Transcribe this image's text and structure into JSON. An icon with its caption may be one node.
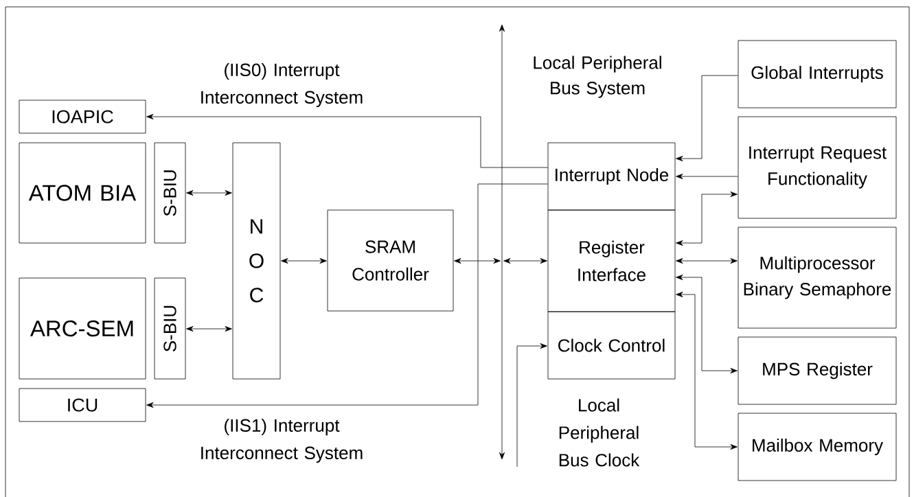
{
  "diagram": {
    "nodes": [
      {
        "text": [
          "IOAPIC"
        ]
      },
      {
        "text": [
          "ATOM BIA"
        ]
      },
      {
        "text": [
          "S-BIU"
        ]
      },
      {
        "text": [
          "N O C"
        ]
      },
      {
        "text": [
          "ARC-SEM"
        ]
      },
      {
        "text": [
          "S-BIU"
        ]
      },
      {
        "text": [
          "ICU"
        ]
      },
      {
        "text": [
          "SRAM Controller"
        ]
      },
      {
        "text": [
          "Interrupt Node"
        ]
      },
      {
        "text": [
          "Register Interface"
        ]
      },
      {
        "text": [
          "Clock Control"
        ]
      },
      {
        "text": [
          "Global Interrupts"
        ]
      },
      {
        "text": [
          "Interrupt Request Functionality"
        ]
      },
      {
        "text": [
          "Multiprocessor Binary Semaphore"
        ]
      },
      {
        "text": [
          "MPS Register"
        ]
      },
      {
        "text": [
          "Mailbox Memory"
        ]
      },
      {
        "text": [],
        "shape": "bar",
        "beside": [
          "Local Peripheral Bus System"
        ]
      }
    ],
    "edges": [
      {
        "from": 8,
        "to": 0,
        "arrow": "to",
        "label": "(IIS0) Interrupt Interconnect System"
      },
      {
        "from": 8,
        "to": 6,
        "arrow": "to",
        "label": "(IIS1) Interrupt Interconnect System"
      },
      {
        "from": 2,
        "to": 3,
        "arrow": "both"
      },
      {
        "from": 5,
        "to": 3,
        "arrow": "both"
      },
      {
        "from": 3,
        "to": 7,
        "arrow": "both"
      },
      {
        "from": 7,
        "to": 16,
        "arrow": "both"
      },
      {
        "from": 16,
        "to": 9,
        "arrow": "both"
      },
      {
        "from": 11,
        "to": 8,
        "arrow": "to"
      },
      {
        "from": 12,
        "to": 8,
        "arrow": "to"
      },
      {
        "from": 9,
        "to": 12,
        "arrow": "both"
      },
      {
        "from": 9,
        "to": 13,
        "arrow": "both"
      },
      {
        "from": 9,
        "to": 14,
        "arrow": "both"
      },
      {
        "from": 9,
        "to": 15,
        "arrow": "both"
      },
      {
        "from": null,
        "to": 10,
        "arrow": "to",
        "label": "Local Peripheral Bus Clock"
      }
    ]
  }
}
